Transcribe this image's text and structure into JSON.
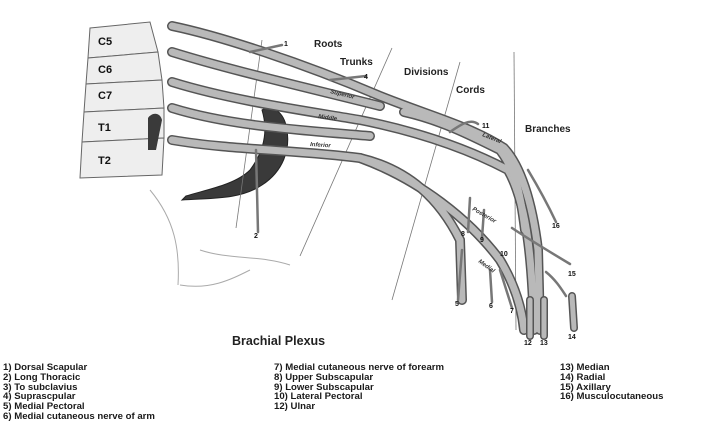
{
  "diagram": {
    "title": "Brachial Plexus",
    "regions": [
      "Roots",
      "Trunks",
      "Divisions",
      "Cords",
      "Branches"
    ],
    "vertebral_levels": [
      "C5",
      "C6",
      "C7",
      "T1",
      "T2"
    ],
    "trunk_labels": [
      "Superior",
      "Middle",
      "Inferior"
    ],
    "cord_labels": [
      "Lateral",
      "Posterior",
      "Medial"
    ],
    "callout_numbers": [
      "1",
      "4",
      "11",
      "2",
      "8",
      "9",
      "10",
      "16",
      "15",
      "5",
      "6",
      "7",
      "12",
      "13",
      "14"
    ]
  },
  "legend": {
    "column1": [
      "1) Dorsal Scapular",
      "2) Long Thoracic",
      "3) To subclavius",
      "4) Suprascpular",
      "5) Medial Pectoral",
      "6) Medial cutaneous nerve of arm"
    ],
    "column2": [
      "7) Medial cutaneous nerve of forearm",
      "8) Upper Subscapular",
      "9) Lower Subscapular",
      "10) Lateral Pectoral",
      "12) Ulnar"
    ],
    "column3": [
      "13) Median",
      "14) Radial",
      "15) Axillary",
      "16) Musculocutaneous"
    ]
  },
  "colors": {
    "nerve": "#b9b9b9",
    "artery": "#3a3a3a",
    "outline": "#555555"
  }
}
